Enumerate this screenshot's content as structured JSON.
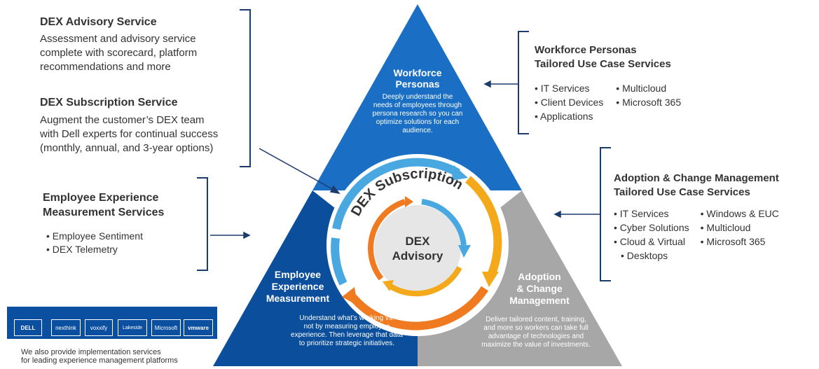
{
  "left_panel": {
    "advisory": {
      "title": "DEX Advisory Service",
      "lines": [
        "Assessment and advisory service",
        "complete with scorecard, platform",
        "recommendations and more"
      ]
    },
    "subscription": {
      "title": "DEX Subscription Service",
      "lines": [
        "Augment the customer’s DEX team",
        "with Dell experts for continual success",
        "(monthly, annual, and 3-year options)"
      ]
    },
    "measurement": {
      "title_lines": [
        "Employee Experience",
        "Measurement Services"
      ],
      "items": [
        "Employee Sentiment",
        "DEX Telemetry"
      ]
    }
  },
  "right_panel": {
    "personas": {
      "title_lines": [
        "Workforce Personas",
        "Tailored Use Case Services"
      ],
      "col1": [
        "IT Services",
        "Client Devices",
        "Applications"
      ],
      "col2": [
        "Multicloud",
        "Microsoft 365"
      ]
    },
    "adoption": {
      "title_lines": [
        "Adoption & Change Management",
        "Tailored Use Case Services"
      ],
      "col1": [
        "IT Services",
        "Cyber Solutions",
        "Cloud & Virtual",
        "Desktops"
      ],
      "col2": [
        "Windows & EUC",
        "Multicloud",
        "Microsoft 365"
      ]
    }
  },
  "triangle": {
    "top": {
      "title_lines": [
        "Workforce",
        "Personas"
      ],
      "body_lines": [
        "Deeply understand the",
        "needs of employees through",
        "persona research so you can",
        "optimize solutions for each",
        "audience."
      ]
    },
    "left": {
      "title_lines": [
        "Employee",
        "Experience",
        "Measurement"
      ],
      "body_lines": [
        "Understand what’s working vs.",
        "not by measuring employee",
        "experience. Then leverage that data",
        "to prioritize strategic initiatives."
      ]
    },
    "right": {
      "title_lines": [
        "Adoption",
        "& Change",
        "Management"
      ],
      "body_lines": [
        "Deliver tailored content, training,",
        "and more so workers can take full",
        "advantage of technologies and",
        "maximize the value of investments."
      ]
    },
    "ring_label": "DEX Subscription",
    "center_lines": [
      "DEX",
      "Advisory"
    ]
  },
  "partners": {
    "logos": [
      "DELL",
      "nexthink",
      "voxxify",
      "Lakeside",
      "Microsoft",
      "vmware"
    ],
    "caption_lines": [
      "We also provide implementation services",
      "for leading experience management platforms"
    ]
  },
  "colors": {
    "blue_top": "#1a6fc4",
    "blue_left": "#0b4f9c",
    "gray_right": "#a7a7a7",
    "navy_strip": "#0b4fa0",
    "bracket": "#1d3c6e",
    "arrow_light_blue": "#4aa8e0",
    "arrow_orange": "#f07a1f",
    "arrow_gold": "#f4a91a",
    "center_circle": "#e6e6e6"
  }
}
